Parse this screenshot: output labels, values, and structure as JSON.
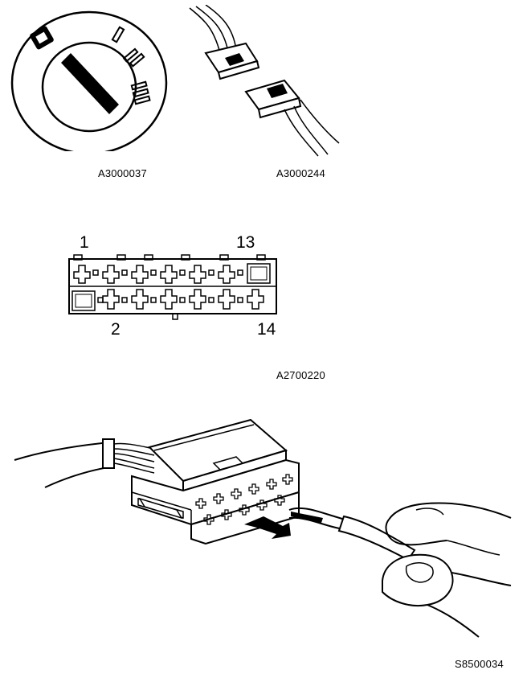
{
  "figures": {
    "ignition_switch": {
      "code": "A3000037"
    },
    "connector_separation": {
      "code": "A3000244"
    },
    "connector_pinout": {
      "code": "A2700220",
      "pin_top_left": "1",
      "pin_top_right": "13",
      "pin_bottom_left": "2",
      "pin_bottom_right": "14"
    },
    "terminal_release": {
      "code": "S8500034"
    }
  },
  "colors": {
    "ink": "#000000",
    "paper": "#ffffff"
  }
}
